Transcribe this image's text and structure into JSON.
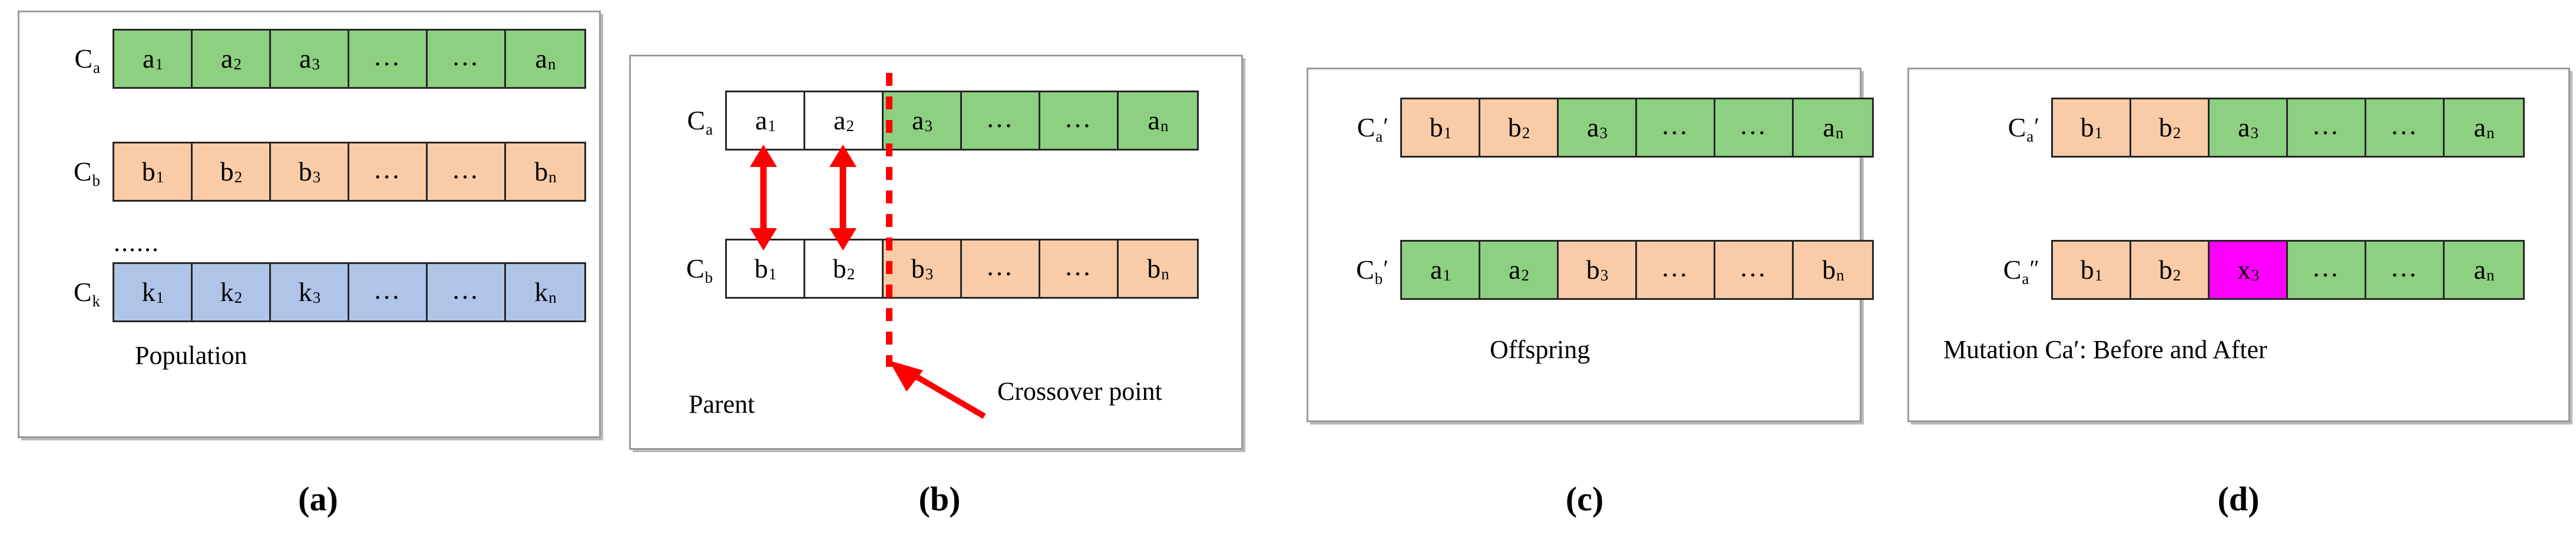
{
  "figure": {
    "colors": {
      "green": "#8ED081",
      "peach": "#F9CBA7",
      "blue": "#B0C4E8",
      "magenta": "#FF00FF",
      "white": "#FFFFFF",
      "red": "#FF0000",
      "border": "#262626",
      "panel_border": "#9A9A9A"
    }
  },
  "panel_a": {
    "title": "Population",
    "caption": "(a)",
    "separator_dots": "......",
    "rows": [
      {
        "label": "C",
        "label_sub": "a",
        "label_prime": "",
        "cells": [
          {
            "text": "a",
            "sub": "1",
            "color": "green"
          },
          {
            "text": "a",
            "sub": "2",
            "color": "green"
          },
          {
            "text": "a",
            "sub": "3",
            "color": "green"
          },
          {
            "text": "…",
            "sub": "",
            "color": "green"
          },
          {
            "text": "…",
            "sub": "",
            "color": "green"
          },
          {
            "text": "a",
            "sub": "n",
            "color": "green"
          }
        ]
      },
      {
        "label": "C",
        "label_sub": "b",
        "label_prime": "",
        "cells": [
          {
            "text": "b",
            "sub": "1",
            "color": "peach"
          },
          {
            "text": "b",
            "sub": "2",
            "color": "peach"
          },
          {
            "text": "b",
            "sub": "3",
            "color": "peach"
          },
          {
            "text": "…",
            "sub": "",
            "color": "peach"
          },
          {
            "text": "…",
            "sub": "",
            "color": "peach"
          },
          {
            "text": "b",
            "sub": "n",
            "color": "peach"
          }
        ]
      },
      {
        "label": "C",
        "label_sub": "k",
        "label_prime": "",
        "cells": [
          {
            "text": "k",
            "sub": "1",
            "color": "blue"
          },
          {
            "text": "k",
            "sub": "2",
            "color": "blue"
          },
          {
            "text": "k",
            "sub": "3",
            "color": "blue"
          },
          {
            "text": "…",
            "sub": "",
            "color": "blue"
          },
          {
            "text": "…",
            "sub": "",
            "color": "blue"
          },
          {
            "text": "k",
            "sub": "n",
            "color": "blue"
          }
        ]
      }
    ]
  },
  "panel_b": {
    "title": "Parent",
    "caption": "(b)",
    "crossover_label": "Crossover point",
    "rows": [
      {
        "label": "C",
        "label_sub": "a",
        "label_prime": "",
        "cells": [
          {
            "text": "a",
            "sub": "1",
            "color": "white"
          },
          {
            "text": "a",
            "sub": "2",
            "color": "white"
          },
          {
            "text": "a",
            "sub": "3",
            "color": "green"
          },
          {
            "text": "…",
            "sub": "",
            "color": "green"
          },
          {
            "text": "…",
            "sub": "",
            "color": "green"
          },
          {
            "text": "a",
            "sub": "n",
            "color": "green"
          }
        ]
      },
      {
        "label": "C",
        "label_sub": "b",
        "label_prime": "",
        "cells": [
          {
            "text": "b",
            "sub": "1",
            "color": "white"
          },
          {
            "text": "b",
            "sub": "2",
            "color": "white"
          },
          {
            "text": "b",
            "sub": "3",
            "color": "peach"
          },
          {
            "text": "…",
            "sub": "",
            "color": "peach"
          },
          {
            "text": "…",
            "sub": "",
            "color": "peach"
          },
          {
            "text": "b",
            "sub": "n",
            "color": "peach"
          }
        ]
      }
    ]
  },
  "panel_c": {
    "title": "Offspring",
    "caption": "(c)",
    "rows": [
      {
        "label": "C",
        "label_sub": "a",
        "label_prime": "′",
        "cells": [
          {
            "text": "b",
            "sub": "1",
            "color": "peach"
          },
          {
            "text": "b",
            "sub": "2",
            "color": "peach"
          },
          {
            "text": "a",
            "sub": "3",
            "color": "green"
          },
          {
            "text": "…",
            "sub": "",
            "color": "green"
          },
          {
            "text": "…",
            "sub": "",
            "color": "green"
          },
          {
            "text": "a",
            "sub": "n",
            "color": "green"
          }
        ]
      },
      {
        "label": "C",
        "label_sub": "b",
        "label_prime": "′",
        "cells": [
          {
            "text": "a",
            "sub": "1",
            "color": "green"
          },
          {
            "text": "a",
            "sub": "2",
            "color": "green"
          },
          {
            "text": "b",
            "sub": "3",
            "color": "peach"
          },
          {
            "text": "…",
            "sub": "",
            "color": "peach"
          },
          {
            "text": "…",
            "sub": "",
            "color": "peach"
          },
          {
            "text": "b",
            "sub": "n",
            "color": "peach"
          }
        ]
      }
    ]
  },
  "panel_d": {
    "title": "Mutation Ca′: Before and After",
    "caption": "(d)",
    "rows": [
      {
        "label": "C",
        "label_sub": "a",
        "label_prime": "′",
        "cells": [
          {
            "text": "b",
            "sub": "1",
            "color": "peach"
          },
          {
            "text": "b",
            "sub": "2",
            "color": "peach"
          },
          {
            "text": "a",
            "sub": "3",
            "color": "green"
          },
          {
            "text": "…",
            "sub": "",
            "color": "green"
          },
          {
            "text": "…",
            "sub": "",
            "color": "green"
          },
          {
            "text": "a",
            "sub": "n",
            "color": "green"
          }
        ]
      },
      {
        "label": "C",
        "label_sub": "a",
        "label_prime": "″",
        "cells": [
          {
            "text": "b",
            "sub": "1",
            "color": "peach"
          },
          {
            "text": "b",
            "sub": "2",
            "color": "peach"
          },
          {
            "text": "x",
            "sub": "3",
            "color": "magenta"
          },
          {
            "text": "…",
            "sub": "",
            "color": "green"
          },
          {
            "text": "…",
            "sub": "",
            "color": "green"
          },
          {
            "text": "a",
            "sub": "n",
            "color": "green"
          }
        ]
      }
    ]
  }
}
